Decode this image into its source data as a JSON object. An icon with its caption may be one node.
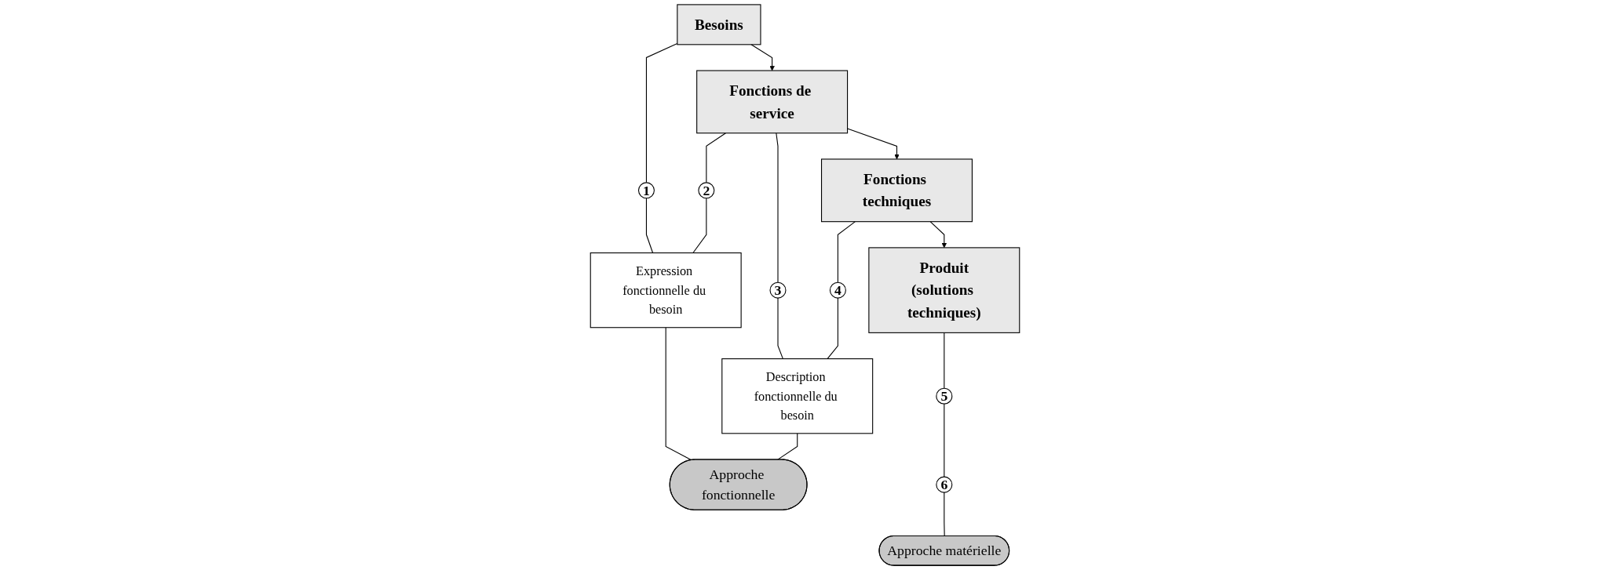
{
  "diagram": {
    "nodes": [
      {
        "text": [
          "Besoins"
        ]
      },
      {
        "text": [
          "Fonctions de service"
        ]
      },
      {
        "text": [
          "Fonctions techniques"
        ]
      },
      {
        "text": [
          "Produit",
          "(solutions techniques)"
        ]
      },
      {
        "text": [
          "1"
        ]
      },
      {
        "text": [
          "2"
        ]
      },
      {
        "text": [
          "3"
        ]
      },
      {
        "text": [
          "4"
        ]
      },
      {
        "text": [
          "Expression fonctionnelle du besoin"
        ]
      },
      {
        "text": [
          "Description fonctionnelle du besoin"
        ]
      },
      {
        "text": [
          "Approche fonctionnelle"
        ]
      },
      {
        "text": [
          "5"
        ]
      },
      {
        "text": [
          "6"
        ]
      },
      {
        "text": [
          "Approche matérielle"
        ]
      }
    ],
    "edges": [
      {
        "from": 0,
        "to": 1,
        "arrow": "to"
      },
      {
        "from": 1,
        "to": 2,
        "arrow": "to"
      },
      {
        "from": 2,
        "to": 3,
        "arrow": "to"
      },
      {
        "from": 0,
        "to": 4,
        "arrow": "none"
      },
      {
        "from": 1,
        "to": 5,
        "arrow": "none"
      },
      {
        "from": 4,
        "to": 8,
        "arrow": "none"
      },
      {
        "from": 5,
        "to": 8,
        "arrow": "none"
      },
      {
        "from": 1,
        "to": 6,
        "arrow": "none"
      },
      {
        "from": 2,
        "to": 7,
        "arrow": "none"
      },
      {
        "from": 6,
        "to": 9,
        "arrow": "none"
      },
      {
        "from": 7,
        "to": 9,
        "arrow": "none"
      },
      {
        "from": 8,
        "to": 10,
        "arrow": "none"
      },
      {
        "from": 9,
        "to": 10,
        "arrow": "none"
      },
      {
        "from": 3,
        "to": 11,
        "arrow": "none"
      },
      {
        "from": 11,
        "to": 12,
        "arrow": "none"
      },
      {
        "from": 12,
        "to": 13,
        "arrow": "none"
      }
    ]
  }
}
